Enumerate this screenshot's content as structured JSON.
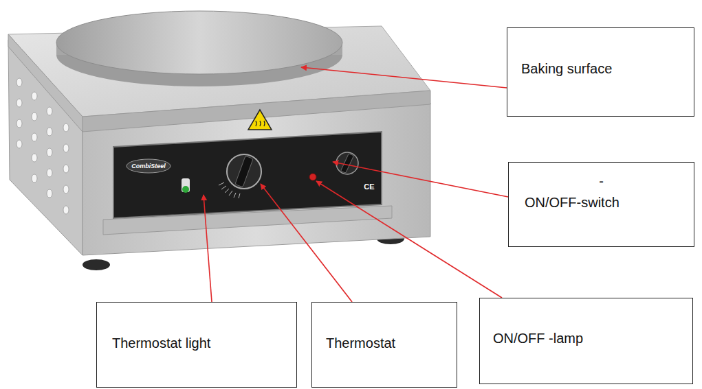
{
  "diagram": {
    "nodes": [
      {
        "text": [
          "Baking surface"
        ]
      },
      {
        "text": [
          "-",
          "ON/OFF-switch"
        ]
      },
      {
        "text": [
          "Thermostat light"
        ]
      },
      {
        "text": [
          "Thermostat"
        ]
      },
      {
        "text": [
          "ON/OFF -lamp"
        ]
      }
    ],
    "labels": [
      "CombiSteel",
      "CE"
    ]
  }
}
